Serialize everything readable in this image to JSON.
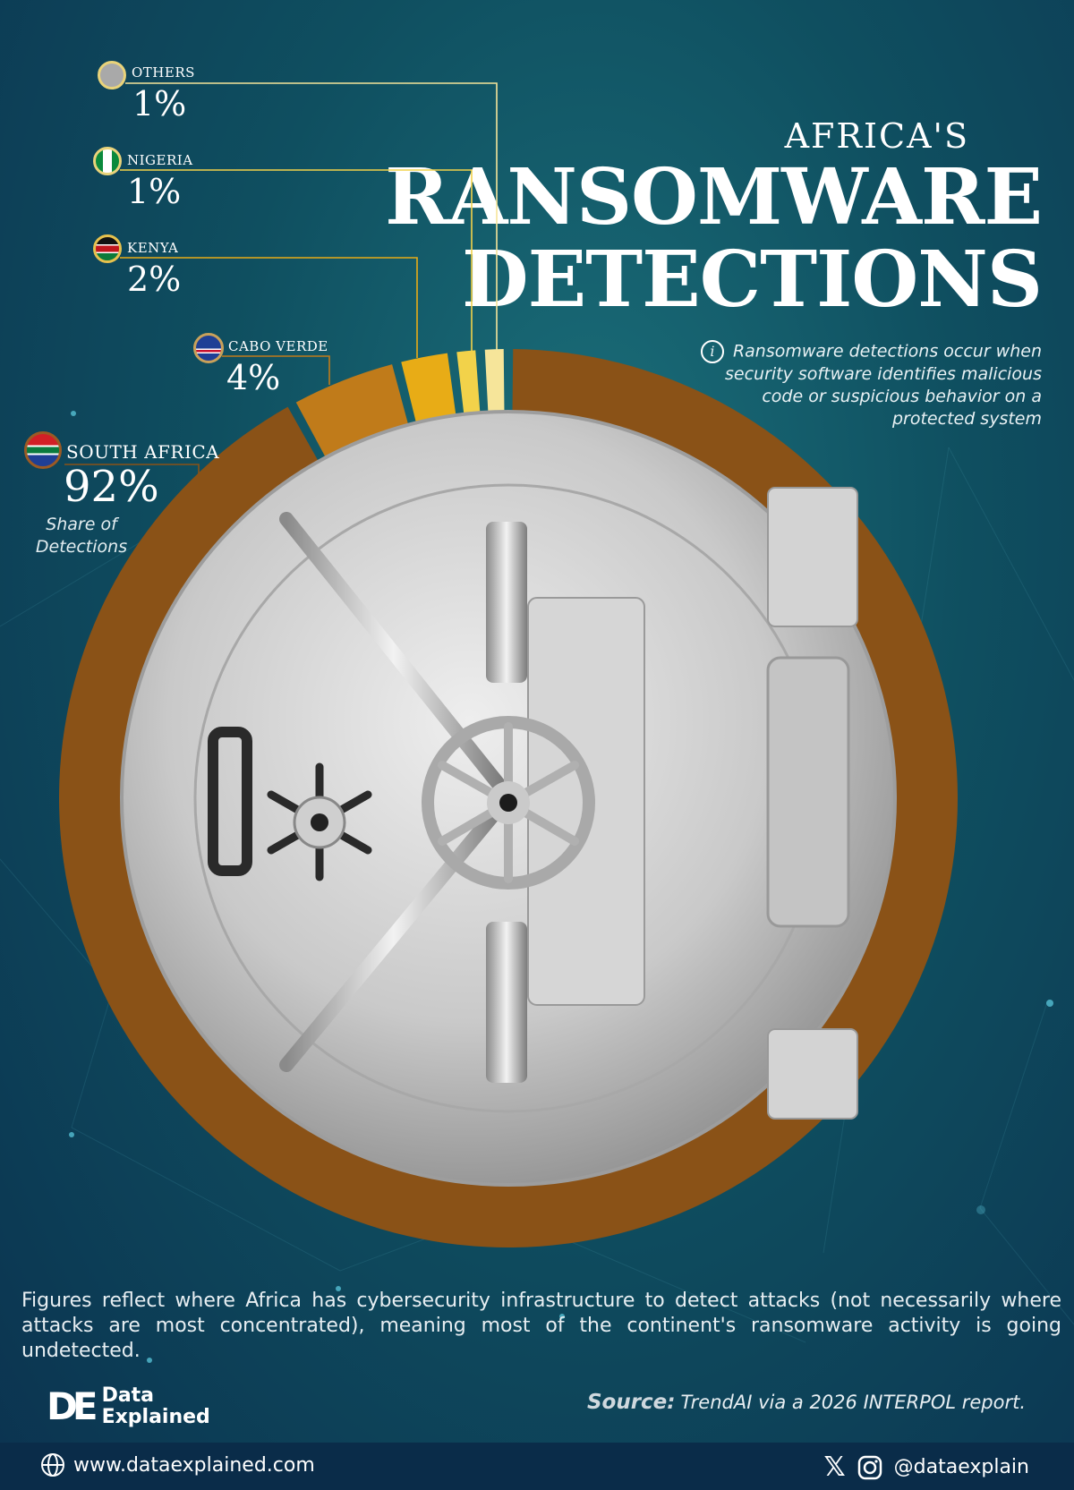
{
  "header": {
    "title_small": "AFRICA'S",
    "title_line1": "RANSOMWARE",
    "title_line2": "DETECTIONS",
    "info_icon": "i",
    "info_text": "Ransomware detections occur when security software identifies malicious code or suspicious behavior on a protected system"
  },
  "chart_data": {
    "type": "pie",
    "title": "AFRICA'S RANSOMWARE DETECTIONS",
    "categories": [
      "SOUTH AFRICA",
      "CABO VERDE",
      "KENYA",
      "NIGERIA",
      "OTHERS"
    ],
    "values": [
      92,
      4,
      2,
      1,
      1
    ],
    "labels": [
      "92%",
      "4%",
      "2%",
      "1%",
      "1%"
    ],
    "colors": [
      "#8a5217",
      "#c07b1a",
      "#e8ac16",
      "#f2d24a",
      "#f6e59a"
    ],
    "annotation": "Share of Detections",
    "donut": true
  },
  "footer": {
    "note_line1": "Figures reflect where Africa has cybersecurity infrastructure to detect attacks (not necessarily where",
    "note_line2": "attacks are most concentrated), meaning most of the continent's ransomware activity is going undetected.",
    "brand_line1": "Data",
    "brand_line2": "Explained",
    "source_label": "Source:",
    "source_text": "TrendAI via a 2026 INTERPOL report.",
    "website": "www.dataexplained.com",
    "handle": "@dataexplain",
    "icons": [
      "globe-icon",
      "x-icon",
      "instagram-icon"
    ]
  }
}
